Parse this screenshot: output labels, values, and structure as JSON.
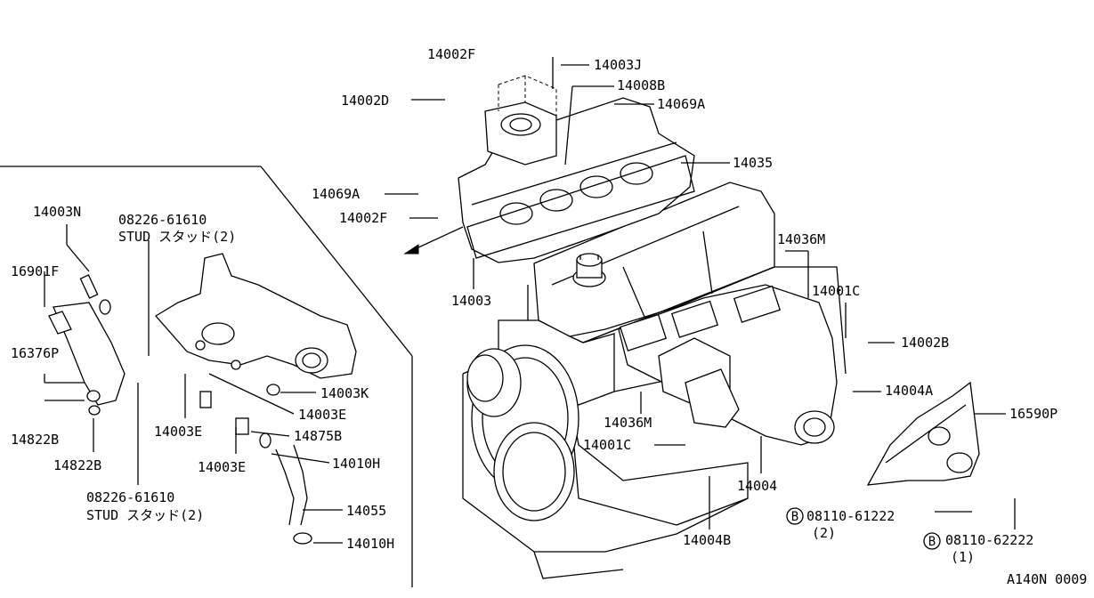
{
  "diagram_code": "A140N 0009",
  "labels": {
    "p14002F_top": "14002F",
    "p14003J": "14003J",
    "p14008B": "14008B",
    "p14002D": "14002D",
    "p14069A_top": "14069A",
    "p14035": "14035",
    "p14069A_mid": "14069A",
    "p14002F_mid": "14002F",
    "p14003": "14003",
    "p14036M_top": "14036M",
    "p14001C_top": "14001C",
    "p14002B": "14002B",
    "p14004A": "14004A",
    "p16590P": "16590P",
    "p14036M_bot": "14036M",
    "p14001C_bot": "14001C",
    "p14004": "14004",
    "p14004B": "14004B",
    "b08110_61222": "08110-61222",
    "qty_61222": "(2)",
    "b08110_62222": "08110-62222",
    "qty_62222": "(1)",
    "bolt_prefix": "B",
    "p14003N": "14003N",
    "stud_top_num": "08226-61610",
    "stud_top_desc": "STUD スタッド(2)",
    "p16901F": "16901F",
    "p16376P": "16376P",
    "p14822B_a": "14822B",
    "p14822B_b": "14822B",
    "p14003K": "14003K",
    "p14003E_a": "14003E",
    "p14003E_b": "14003E",
    "p14875B": "14875B",
    "p14003E_c": "14003E",
    "p14010H_a": "14010H",
    "stud_bot_num": "08226-61610",
    "stud_bot_desc": "STUD スタッド(2)",
    "p14055": "14055",
    "p14010H_b": "14010H"
  }
}
